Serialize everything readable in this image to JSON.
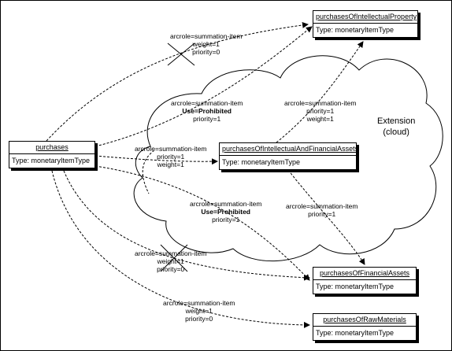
{
  "diagram": {
    "cloud_label": [
      "Extension",
      "(cloud)"
    ],
    "nodes": {
      "purchases": {
        "name": "purchases",
        "type": "Type: monetaryItemType"
      },
      "ip": {
        "name": "purchasesOfIntellectualProperty",
        "type": "Type: monetaryItemType"
      },
      "ifa": {
        "name": "purchasesOfIntellectualAndFinancialAssets",
        "type": "Type: monetaryItemType"
      },
      "fa": {
        "name": "purchasesOfFinancialAssets",
        "type": "Type: monetaryItemType"
      },
      "rm": {
        "name": "purchasesOfRawMaterials",
        "type": "Type: monetaryItemType"
      }
    },
    "arcs": [
      {
        "id": "p-ip-crossed",
        "lines": [
          "arcrole=summation-item",
          "weight=1",
          "priority=0"
        ]
      },
      {
        "id": "p-ip-prohibited",
        "lines": [
          "arcrole=summation-item",
          "Use=Prohibited",
          "priority=1"
        ]
      },
      {
        "id": "ifa-ip",
        "lines": [
          "arcrole=summation-item",
          "priority=1",
          "weight=1"
        ]
      },
      {
        "id": "p-ifa",
        "lines": [
          "arcrole=summation-item",
          "priority=1",
          "weight=1"
        ]
      },
      {
        "id": "p-fa-prohibited",
        "lines": [
          "arcrole=summation-item",
          "Use=Prohibited",
          "priority=1"
        ]
      },
      {
        "id": "ifa-fa",
        "lines": [
          "arcrole=summation-item",
          "priority=1"
        ]
      },
      {
        "id": "p-fa-crossed",
        "lines": [
          "arcrole=summation-item",
          "weight=1",
          "priority=0"
        ]
      },
      {
        "id": "p-rm",
        "lines": [
          "arcrole=summation-item",
          "weight=1",
          "priority=0"
        ]
      }
    ]
  }
}
